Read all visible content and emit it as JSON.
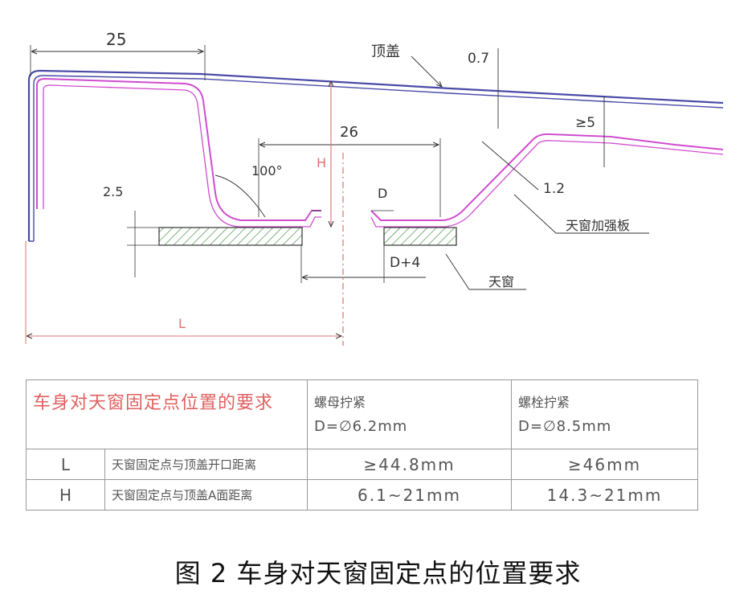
{
  "diagram": {
    "dims": {
      "d25": "25",
      "d07": "0.7",
      "d5": "≥5",
      "d26": "26",
      "dH": "H",
      "d100": "100°",
      "d25b": "2.5",
      "dD": "D",
      "d12": "1.2",
      "dD4": "D+4",
      "dL": "L"
    },
    "labels": {
      "roof": "顶盖",
      "reinforcement": "天窗加强板",
      "sunroof": "天窗"
    },
    "colors": {
      "roof": "#4a4aa8",
      "reinforcement": "#d04cd0",
      "red_dim": "#e07070",
      "hatch": "#3a8a3a"
    }
  },
  "table": {
    "title": "车身对天窗固定点位置的要求",
    "col1": {
      "head": "螺母拧紧",
      "sub": "D=∅6.2mm"
    },
    "col2": {
      "head": "螺栓拧紧",
      "sub": "D=∅8.5mm"
    },
    "rows": [
      {
        "sym": "L",
        "desc": "天窗固定点与顶盖开口距离",
        "v1": "≥44.8mm",
        "v2": "≥46mm"
      },
      {
        "sym": "H",
        "desc": "天窗固定点与顶盖A面距离",
        "v1": "6.1~21mm",
        "v2": "14.3~21mm"
      }
    ]
  },
  "caption": "图 2 车身对天窗固定点的位置要求"
}
